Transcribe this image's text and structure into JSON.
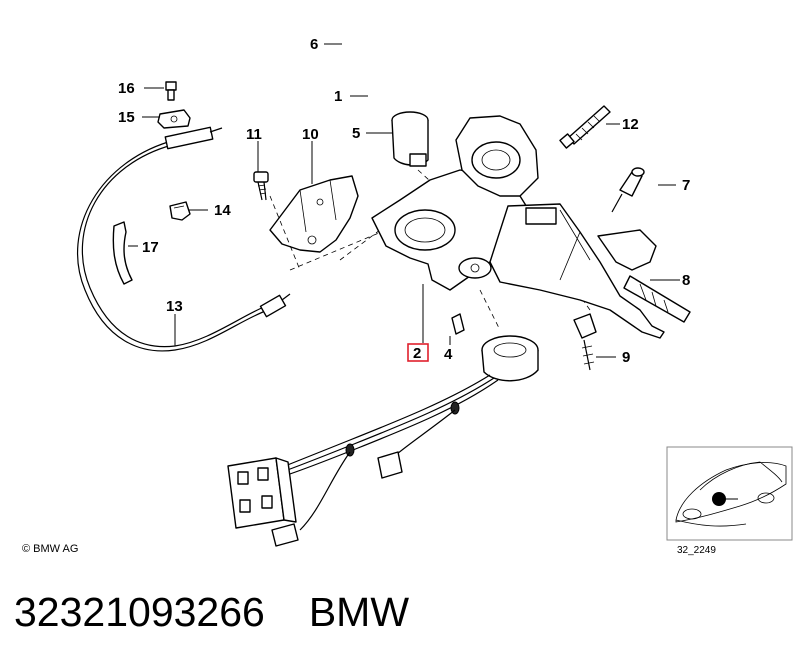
{
  "callouts": {
    "c1": "1",
    "c2": "2",
    "c4": "4",
    "c5": "5",
    "c6": "6",
    "c7": "7",
    "c8": "8",
    "c9": "9",
    "c10": "10",
    "c11": "11",
    "c12": "12",
    "c13": "13",
    "c14": "14",
    "c15": "15",
    "c16": "16",
    "c17": "17"
  },
  "highlight_color": "#e0202c",
  "copyright": "© BMW AG",
  "thumbnail_label": "32_2249",
  "footer": {
    "part_number": "32321093266",
    "brand": "BMW"
  }
}
